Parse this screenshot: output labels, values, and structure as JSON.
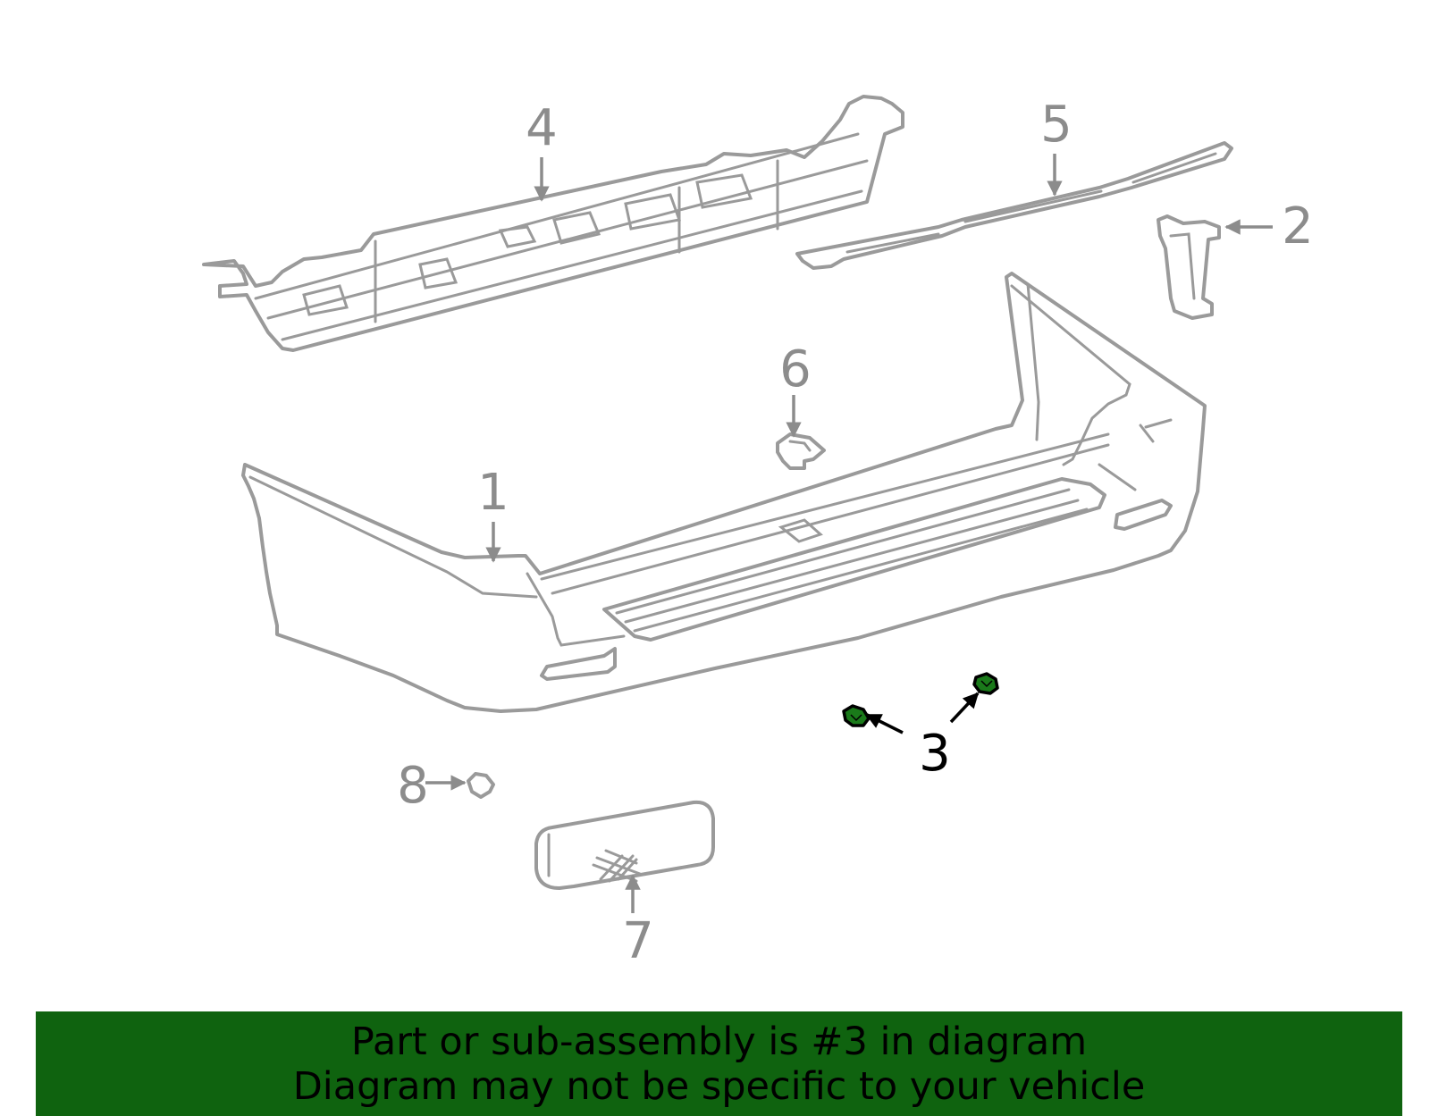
{
  "colors": {
    "part_outline": "#9a9a9a",
    "callout_inactive": "#8c8c8c",
    "callout_active": "#000000",
    "highlight_fill": "#1a7a1a",
    "banner_bg": "#0f630f",
    "banner_text": "#000000"
  },
  "callouts": [
    {
      "id": "1",
      "label": "1",
      "active": false
    },
    {
      "id": "2",
      "label": "2",
      "active": false
    },
    {
      "id": "3",
      "label": "3",
      "active": true
    },
    {
      "id": "4",
      "label": "4",
      "active": false
    },
    {
      "id": "5",
      "label": "5",
      "active": false
    },
    {
      "id": "6",
      "label": "6",
      "active": false
    },
    {
      "id": "7",
      "label": "7",
      "active": false
    },
    {
      "id": "8",
      "label": "8",
      "active": false
    }
  ],
  "banner": {
    "line1": "Part or sub-assembly is #3 in diagram",
    "line2": "Diagram may not be specific to your vehicle"
  }
}
